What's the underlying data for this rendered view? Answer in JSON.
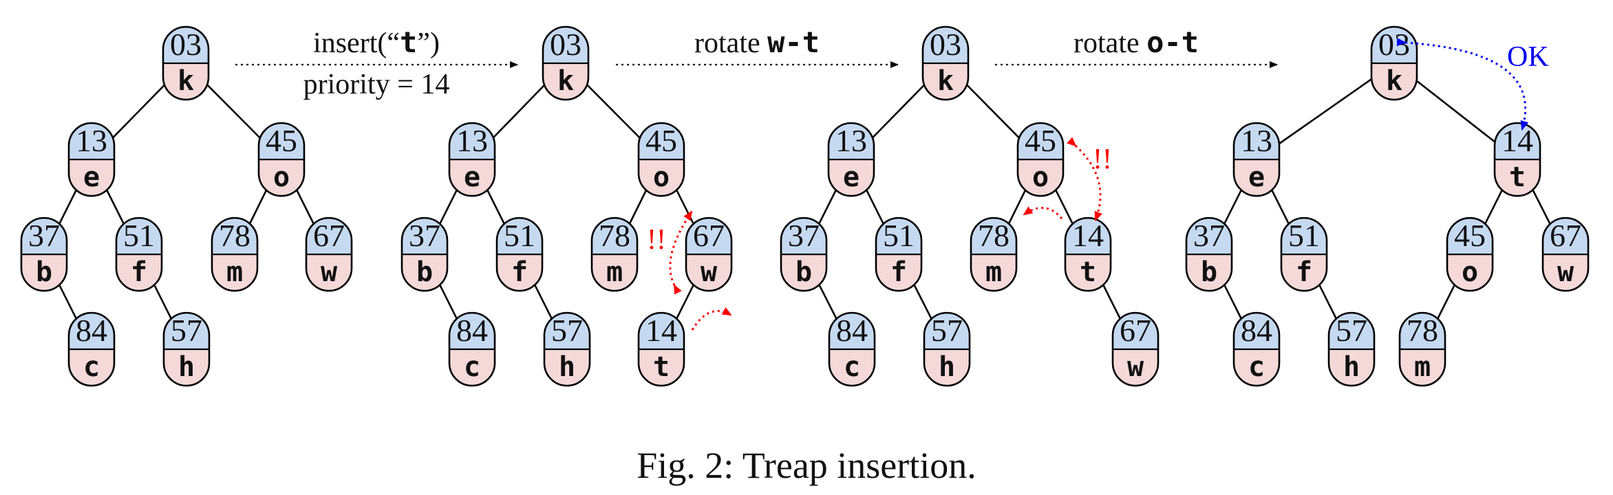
{
  "caption": "Fig. 2: Treap insertion.",
  "steps": {
    "step1_line1_pre": "insert(“",
    "step1_line1_key": "t",
    "step1_line1_post": "”)",
    "step1_line2": "priority = 14",
    "step2_pre": "rotate ",
    "step2_code": "w-t",
    "step3_pre": "rotate ",
    "step3_code": "o-t"
  },
  "annotations": {
    "alert": "!!",
    "ok": "OK"
  },
  "colors": {
    "priority_fill": "#c5daf1",
    "key_fill": "#f5d9d9",
    "alert": "#ff0000",
    "ok": "#0000ee",
    "edge": "#000000"
  },
  "trees": [
    {
      "name": "tree-initial",
      "nodes": [
        {
          "id": "k",
          "priority": "03",
          "key": "k"
        },
        {
          "id": "e",
          "priority": "13",
          "key": "e"
        },
        {
          "id": "o",
          "priority": "45",
          "key": "o"
        },
        {
          "id": "b",
          "priority": "37",
          "key": "b"
        },
        {
          "id": "f",
          "priority": "51",
          "key": "f"
        },
        {
          "id": "m",
          "priority": "78",
          "key": "m"
        },
        {
          "id": "w",
          "priority": "67",
          "key": "w"
        },
        {
          "id": "c",
          "priority": "84",
          "key": "c"
        },
        {
          "id": "h",
          "priority": "57",
          "key": "h"
        }
      ]
    },
    {
      "name": "tree-after-insert",
      "nodes": [
        {
          "id": "k",
          "priority": "03",
          "key": "k"
        },
        {
          "id": "e",
          "priority": "13",
          "key": "e"
        },
        {
          "id": "o",
          "priority": "45",
          "key": "o"
        },
        {
          "id": "b",
          "priority": "37",
          "key": "b"
        },
        {
          "id": "f",
          "priority": "51",
          "key": "f"
        },
        {
          "id": "m",
          "priority": "78",
          "key": "m"
        },
        {
          "id": "w",
          "priority": "67",
          "key": "w"
        },
        {
          "id": "c",
          "priority": "84",
          "key": "c"
        },
        {
          "id": "h",
          "priority": "57",
          "key": "h"
        },
        {
          "id": "t",
          "priority": "14",
          "key": "t"
        }
      ]
    },
    {
      "name": "tree-after-rotate-w-t",
      "nodes": [
        {
          "id": "k",
          "priority": "03",
          "key": "k"
        },
        {
          "id": "e",
          "priority": "13",
          "key": "e"
        },
        {
          "id": "o",
          "priority": "45",
          "key": "o"
        },
        {
          "id": "b",
          "priority": "37",
          "key": "b"
        },
        {
          "id": "f",
          "priority": "51",
          "key": "f"
        },
        {
          "id": "m",
          "priority": "78",
          "key": "m"
        },
        {
          "id": "t",
          "priority": "14",
          "key": "t"
        },
        {
          "id": "c",
          "priority": "84",
          "key": "c"
        },
        {
          "id": "h",
          "priority": "57",
          "key": "h"
        },
        {
          "id": "w",
          "priority": "67",
          "key": "w"
        }
      ]
    },
    {
      "name": "tree-after-rotate-o-t",
      "nodes": [
        {
          "id": "k",
          "priority": "03",
          "key": "k"
        },
        {
          "id": "e",
          "priority": "13",
          "key": "e"
        },
        {
          "id": "t",
          "priority": "14",
          "key": "t"
        },
        {
          "id": "b",
          "priority": "37",
          "key": "b"
        },
        {
          "id": "f",
          "priority": "51",
          "key": "f"
        },
        {
          "id": "o",
          "priority": "45",
          "key": "o"
        },
        {
          "id": "w",
          "priority": "67",
          "key": "w"
        },
        {
          "id": "c",
          "priority": "84",
          "key": "c"
        },
        {
          "id": "h",
          "priority": "57",
          "key": "h"
        },
        {
          "id": "m",
          "priority": "78",
          "key": "m"
        }
      ]
    }
  ]
}
